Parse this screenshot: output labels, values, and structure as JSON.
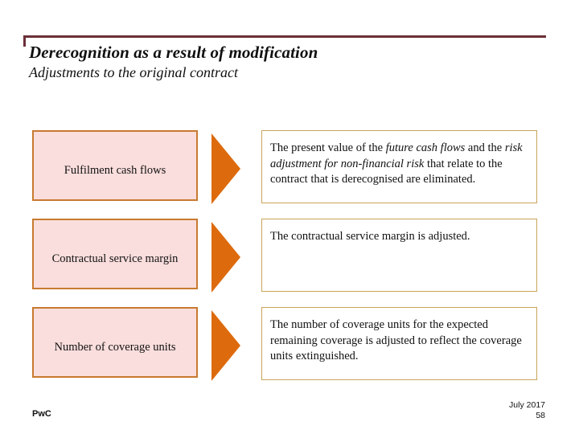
{
  "slide": {
    "title": "Derecognition as a result of modification",
    "subtitle": "Adjustments to the original contract",
    "accent_rule_color": "#6b2f38",
    "label_box_fill": "#fadedd",
    "label_box_border": "#c87a30",
    "arrow_color": "#dd6b0d",
    "desc_box_border": "#c8a45a"
  },
  "rows": [
    {
      "label": "Fulfilment cash flows",
      "description_parts": [
        {
          "text": "The present value of the ",
          "italic": false
        },
        {
          "text": "future cash flows",
          "italic": true
        },
        {
          "text": " and the ",
          "italic": false
        },
        {
          "text": "risk adjustment for non-financial risk",
          "italic": true
        },
        {
          "text": " that relate to the contract that is derecognised are eliminated.",
          "italic": false
        }
      ],
      "arrow_label": "arrow-right"
    },
    {
      "label": "Contractual service margin",
      "description_parts": [
        {
          "text": "The contractual service margin is adjusted.",
          "italic": false
        }
      ],
      "arrow_label": "arrow-right"
    },
    {
      "label": "Number of coverage units",
      "description_parts": [
        {
          "text": "The number of coverage units for the expected remaining coverage is adjusted to reflect the coverage units extinguished.",
          "italic": false
        }
      ],
      "arrow_label": "arrow-right"
    }
  ],
  "footer": {
    "logo": "PwC",
    "date": "July 2017",
    "page_number": "58"
  }
}
